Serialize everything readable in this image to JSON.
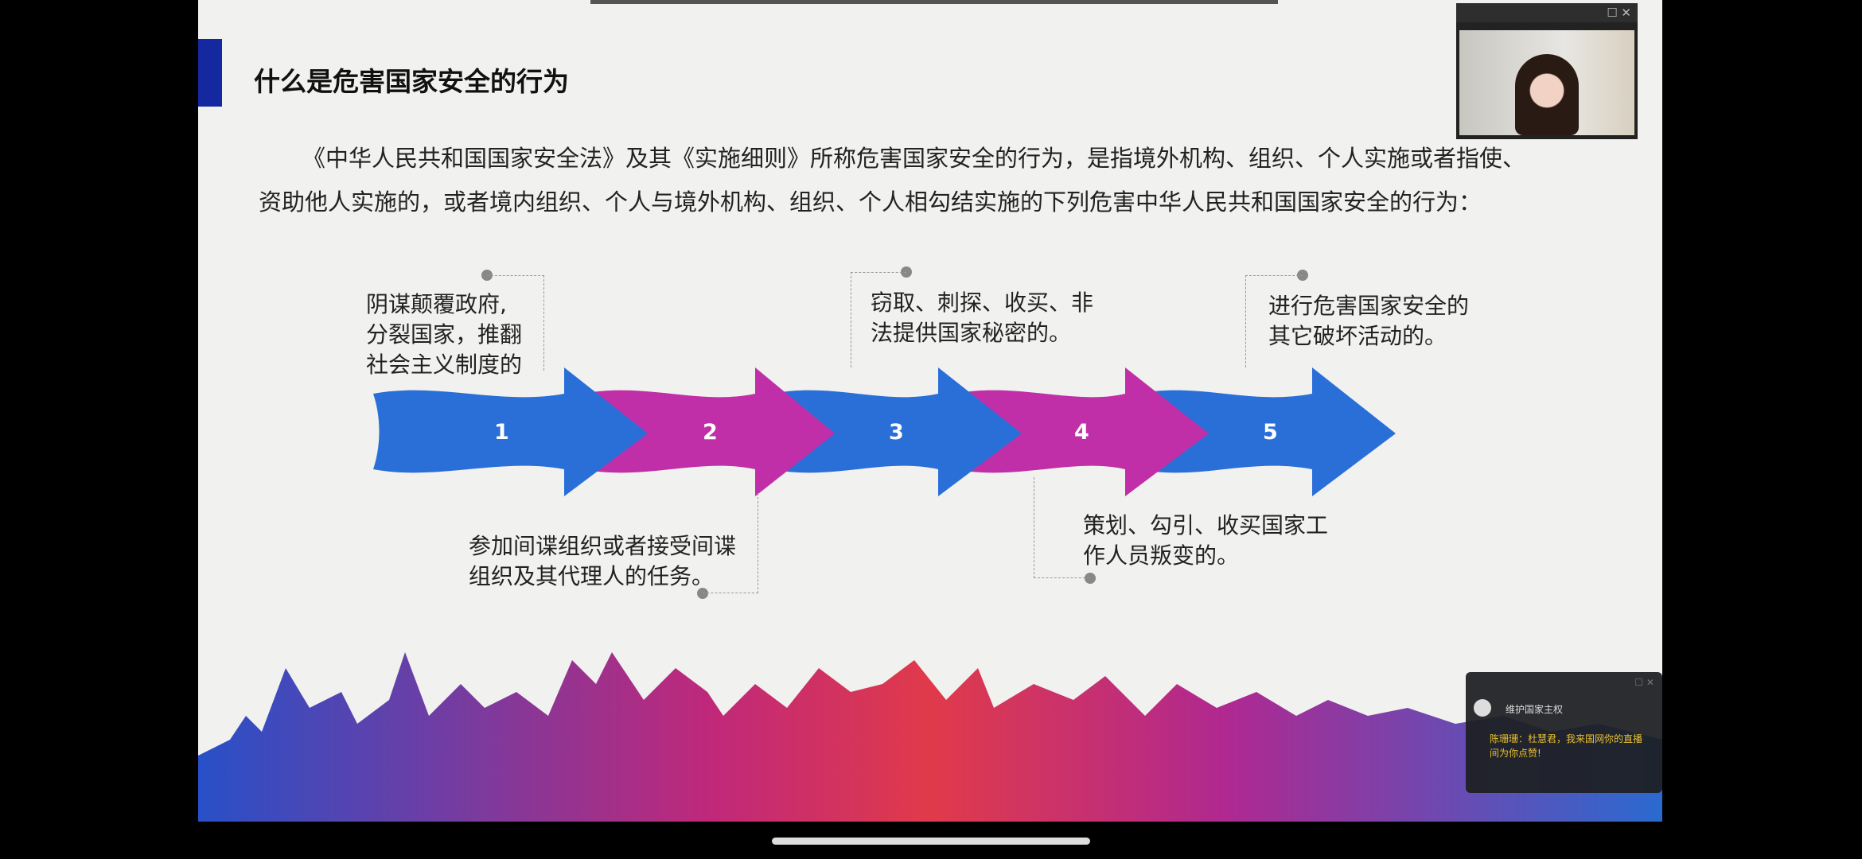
{
  "slide": {
    "title": "什么是危害国家安全的行为",
    "paragraph_line1": "《中华人民共和国国家安全法》及其《实施细则》所称危害国家安全的行为，是指境外机构、组织、个人实施或者指使、",
    "paragraph_line2": "资助他人实施的，或者境内组织、个人与境外机构、组织、个人相勾结实施的下列危害中华人民共和国国家安全的行为：",
    "steps": [
      {
        "number": "1",
        "text": "阴谋颠覆政府,\n分裂国家，推翻\n社会主义制度的",
        "color": "#2a6fd8"
      },
      {
        "number": "2",
        "text": "参加间谍组织或者接受间谍\n组织及其代理人的任务。",
        "color": "#c02fa8"
      },
      {
        "number": "3",
        "text": "窃取、刺探、收买、非\n法提供国家秘密的。",
        "color": "#2a6fd8"
      },
      {
        "number": "4",
        "text": "策划、勾引、收买国家工\n作人员叛变的。",
        "color": "#c02fa8"
      },
      {
        "number": "5",
        "text": "进行危害国家安全的\n其它破坏活动的。",
        "color": "#2a6fd8"
      }
    ]
  },
  "video": {
    "controls": "☐ ✕"
  },
  "chat": {
    "controls": "☐ ✕",
    "room_name": "维护国家主权",
    "message": "陈珊珊：杜慧君，我来国网你的直播间为你点赞!"
  }
}
